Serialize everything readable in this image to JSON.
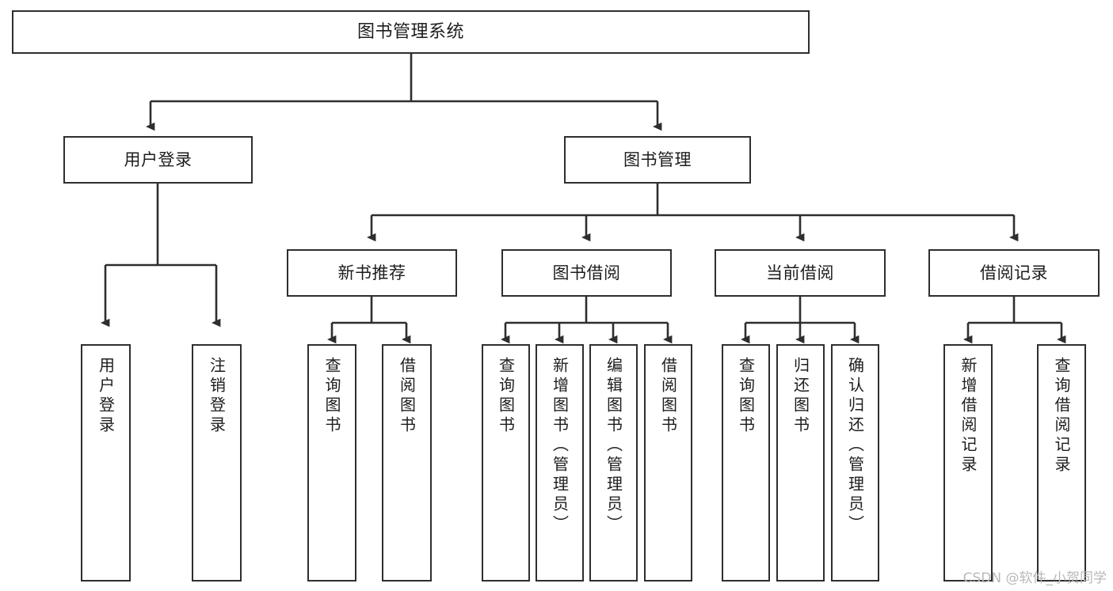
{
  "diagram": {
    "title": "图书管理系统",
    "type": "hierarchy-tree",
    "root": {
      "label": "图书管理系统"
    },
    "tier1": [
      {
        "label": "用户登录"
      },
      {
        "label": "图书管理"
      }
    ],
    "tier2": [
      {
        "label": "新书推荐"
      },
      {
        "label": "图书借阅"
      },
      {
        "label": "当前借阅"
      },
      {
        "label": "借阅记录"
      }
    ],
    "leaves": {
      "user_login": [
        {
          "label": "用户登录"
        },
        {
          "label": "注销登录"
        }
      ],
      "new_book_recommend": [
        {
          "label": "查询图书"
        },
        {
          "label": "借阅图书"
        }
      ],
      "book_borrow": [
        {
          "label": "查询图书"
        },
        {
          "label": "新增图书（管理员）"
        },
        {
          "label": "编辑图书（管理员）"
        },
        {
          "label": "借阅图书"
        }
      ],
      "current_borrow": [
        {
          "label": "查询图书"
        },
        {
          "label": "归还图书"
        },
        {
          "label": "确认归还（管理员）"
        }
      ],
      "borrow_record": [
        {
          "label": "新增借阅记录"
        },
        {
          "label": "查询借阅记录"
        }
      ]
    }
  },
  "watermark": {
    "text": "CSDN @软件_小贺同学"
  },
  "colors": {
    "stroke": "#2e2e2e",
    "background": "#ffffff",
    "text": "#1d1d1d",
    "watermark": "#b9b9b9"
  }
}
